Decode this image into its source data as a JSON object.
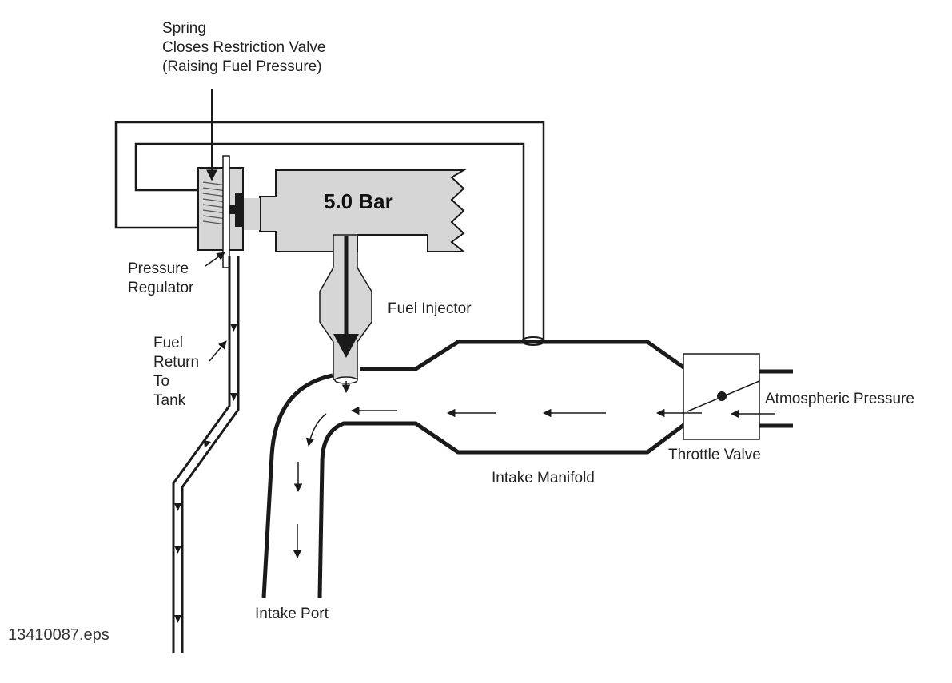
{
  "labels": {
    "spring": [
      "Spring",
      "Closes Restriction Valve",
      "(Raising Fuel Pressure)"
    ],
    "pressure_regulator": [
      "Pressure",
      "Regulator"
    ],
    "fuel_return": [
      "Fuel",
      "Return",
      "To",
      "Tank"
    ],
    "fuel_injector": "Fuel Injector",
    "atmospheric_pressure": "Atmospheric Pressure",
    "throttle_valve": "Throttle Valve",
    "intake_manifold": "Intake Manifold",
    "intake_port": "Intake Port",
    "pressure_value": "5.0 Bar",
    "file_name": "13410087.eps"
  },
  "colors": {
    "line": "#1a1a1a",
    "fill": "#d6d6d6",
    "spring": "#555555",
    "text": "#222222"
  }
}
